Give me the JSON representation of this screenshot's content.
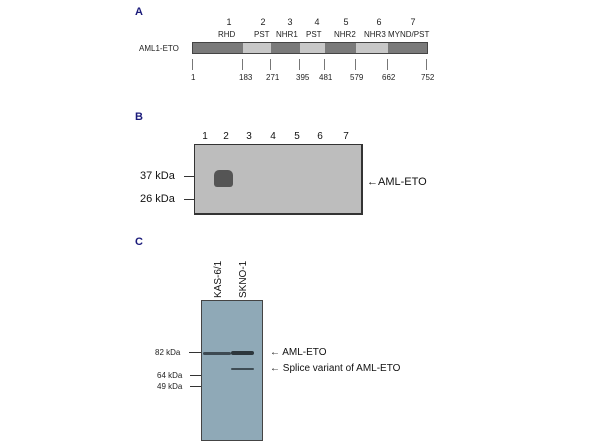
{
  "panel_a": {
    "letter": "A",
    "construct_label": "AML1-ETO",
    "domains": [
      {
        "number": "1",
        "name": "RHD",
        "start": 1,
        "end": 183,
        "color": "#7a7a7a"
      },
      {
        "number": "2",
        "name": "PST",
        "start": 183,
        "end": 271,
        "color": "#c8c8c8"
      },
      {
        "number": "3",
        "name": "NHR1",
        "start": 271,
        "end": 395,
        "color": "#7a7a7a"
      },
      {
        "number": "4",
        "name": "PST",
        "start": 395,
        "end": 481,
        "color": "#c8c8c8"
      },
      {
        "number": "5",
        "name": "NHR2",
        "start": 481,
        "end": 579,
        "color": "#7a7a7a"
      },
      {
        "number": "6",
        "name": "NHR3",
        "start": 579,
        "end": 662,
        "color": "#c8c8c8"
      },
      {
        "number": "7",
        "name": "MYND/PST",
        "start": 662,
        "end": 752,
        "color": "#7a7a7a"
      }
    ],
    "positions": [
      "1",
      "183",
      "271",
      "395",
      "481",
      "579",
      "662",
      "752"
    ]
  },
  "panel_b": {
    "letter": "B",
    "lanes": [
      "1",
      "2",
      "3",
      "4",
      "5",
      "6",
      "7"
    ],
    "markers": [
      "37 kDa",
      "26 kDa"
    ],
    "band_label": "←AML-ETO",
    "band_lane": "2"
  },
  "panel_c": {
    "letter": "C",
    "lanes": [
      "KAS-6/1",
      "SKNO-1"
    ],
    "markers": [
      "82 kDa",
      "64 kDa",
      "49 kDa"
    ],
    "band_labels": [
      "← AML-ETO",
      "← Splice  variant of AML-ETO"
    ]
  }
}
